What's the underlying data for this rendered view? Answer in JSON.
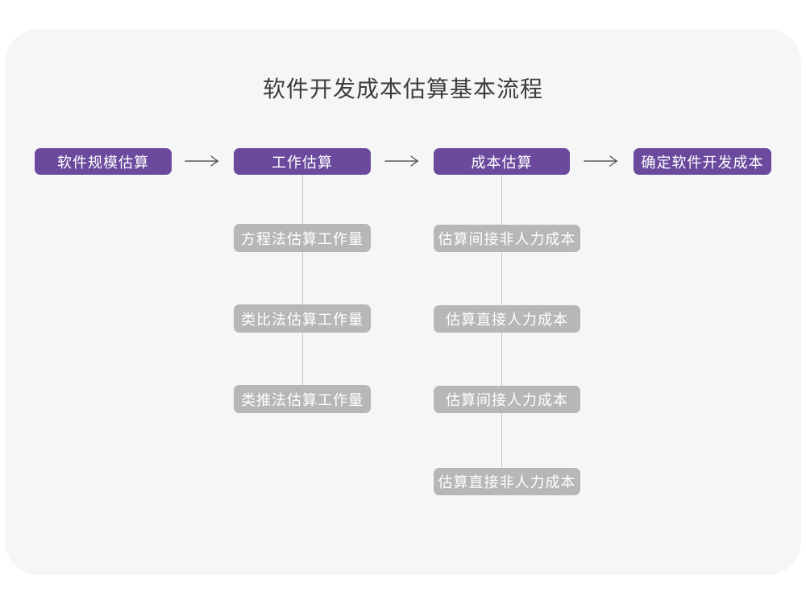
{
  "title": "软件开发成本估算基本流程",
  "colors": {
    "page_bg": "#ffffff",
    "card_bg": "#f6f6f6",
    "primary": "#6b4a9e",
    "secondary": "#b7b7b7",
    "connector": "#c6c6c6",
    "arrow": "#5a5a5a",
    "title_text": "#3d3d3d",
    "box_text": "#ffffff"
  },
  "flow": {
    "stages": [
      {
        "label": "软件规模估算",
        "children": []
      },
      {
        "label": "工作估算",
        "children": [
          "方程法估算工作量",
          "类比法估算工作量",
          "类推法估算工作量"
        ]
      },
      {
        "label": "成本估算",
        "children": [
          "估算间接非人力成本",
          "估算直接人力成本",
          "估算间接人力成本",
          "估算直接非人力成本"
        ]
      },
      {
        "label": "确定软件开发成本",
        "children": []
      }
    ]
  }
}
